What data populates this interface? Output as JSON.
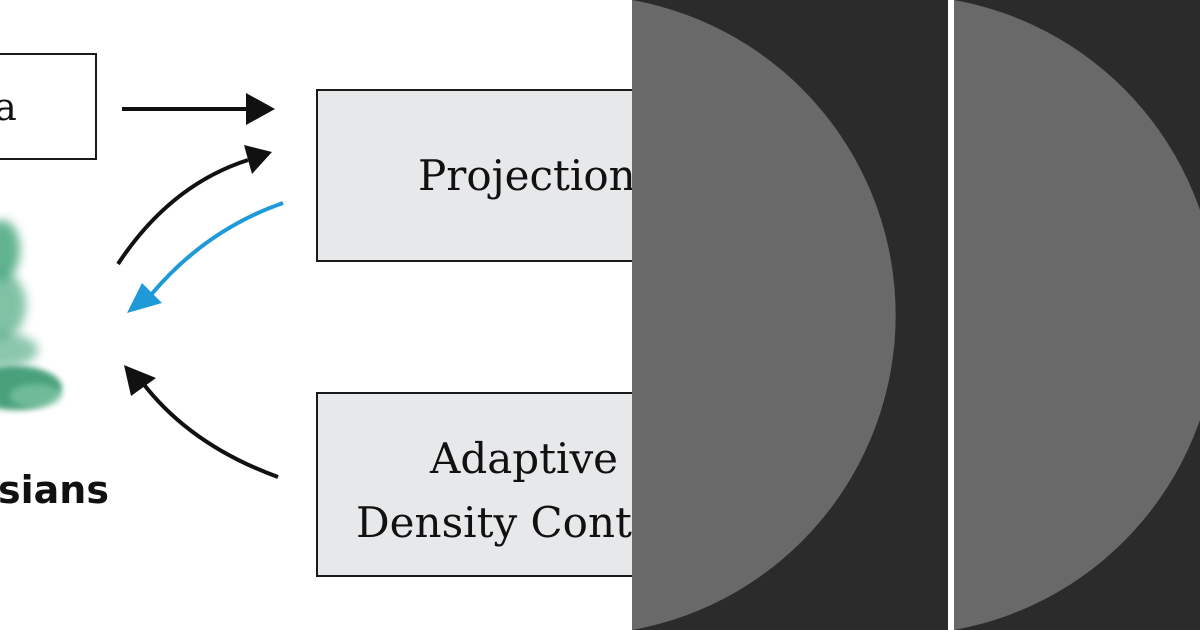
{
  "diagram": {
    "camera_label": "ra",
    "projection_label": "Projection",
    "adc_line1": "Adaptive",
    "adc_line2": "Density Cont",
    "gaussians_label": "sians"
  },
  "colors": {
    "box_fill": "#e7e8ea",
    "box_stroke": "#1a1a1a",
    "arrow_black": "#111111",
    "arrow_blue": "#1f9ad8",
    "gaussian_green": "#2e9a6a",
    "panel_background": "#2b2b2b",
    "panel_disc": "#696969"
  }
}
